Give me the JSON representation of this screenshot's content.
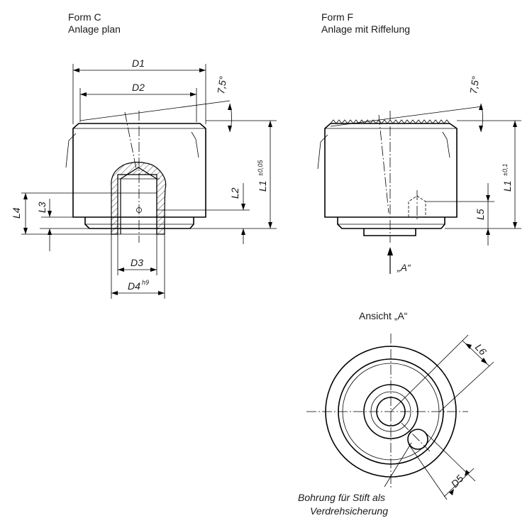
{
  "form_c": {
    "title": "Form C",
    "subtitle": "Anlage plan"
  },
  "form_f": {
    "title": "Form F",
    "subtitle": "Anlage mit Riffelung"
  },
  "view_a": {
    "title": "Ansicht „A“",
    "arrow_label": "„A“"
  },
  "dimensions": {
    "d1": "D1",
    "d2": "D2",
    "d3": "D3",
    "d4": "D4",
    "d4_tol": "h9",
    "d5": "D5",
    "l1": "L1",
    "l1_tol_c": "±0,05",
    "l1_tol_f": "±0,1",
    "l2": "L2",
    "l3": "L3",
    "l4": "L4",
    "l5": "L5",
    "l6": "L6",
    "angle_c": "7,5°",
    "angle_f": "7,5°"
  },
  "note": {
    "line1": "Bohrung für Stift als",
    "line2": "Verdrehsicherung"
  }
}
